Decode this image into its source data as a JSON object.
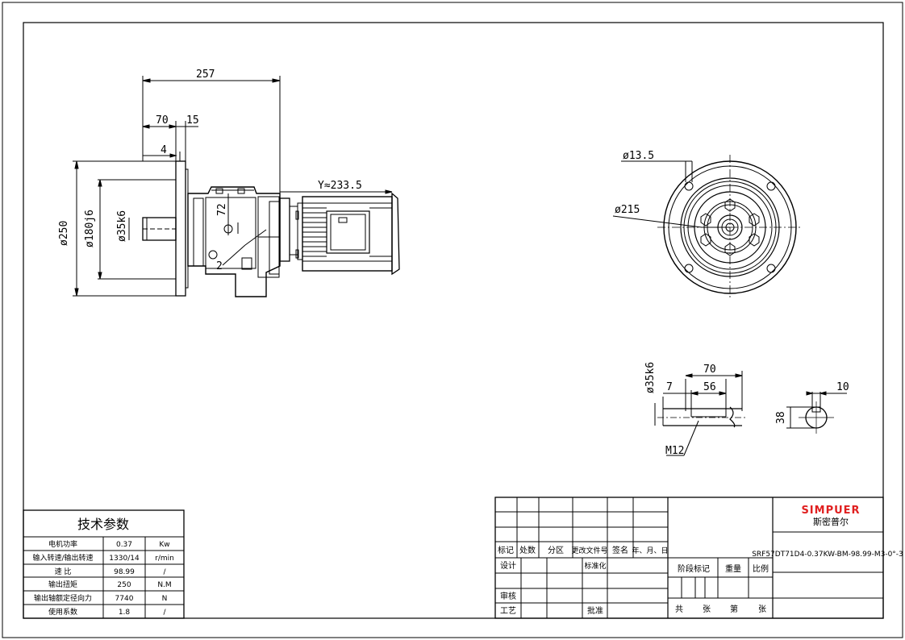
{
  "dimensions": {
    "d257": "257",
    "d70": "70",
    "d15": "15",
    "d4": "4",
    "d250": "ø250",
    "d180": "ø180j6",
    "d35": "ø35k6",
    "d72": "72",
    "d2": "2",
    "motor_len": "Y≈233.5",
    "hole": "ø13.5",
    "pcd": "ø215",
    "shaft_d": "ø35k6",
    "shaft_70": "70",
    "shaft_7": "7",
    "shaft_56": "56",
    "thread": "M12",
    "key_10": "10",
    "key_38": "38"
  },
  "tech_table": {
    "title": "技术参数",
    "rows": [
      {
        "label": "电机功率",
        "value": "0.37",
        "unit": "Kw"
      },
      {
        "label": "输入转速/输出转速",
        "value": "1330/14",
        "unit": "r/min"
      },
      {
        "label": "速  比",
        "value": "98.99",
        "unit": "/"
      },
      {
        "label": "输出扭矩",
        "value": "250",
        "unit": "N.M"
      },
      {
        "label": "输出轴额定径向力",
        "value": "7740",
        "unit": "N"
      },
      {
        "label": "使用系数",
        "value": "1.8",
        "unit": "/"
      }
    ]
  },
  "title_block": {
    "brand": "SIMPUER",
    "brand_cn": "斯密普尔",
    "model": "SRF57DT71D4-0.37KW-BM-98.99-M3-0°-3",
    "h_biaoji": "标记",
    "h_chushu": "处数",
    "h_fenqu": "分区",
    "h_genggai": "更改文件号",
    "h_qianming": "签名",
    "h_date": "年、月、日",
    "sheji": "设计",
    "biaozhunhua": "标准化",
    "shenhe": "审核",
    "gongyi": "工艺",
    "pizhun": "批准",
    "jieduan": "阶段标记",
    "zhongliang": "重量",
    "bili": "比例",
    "gong": "共",
    "zhang1": "张",
    "di": "第",
    "zhang2": "张"
  },
  "colors": {
    "brand": "#e02020"
  }
}
